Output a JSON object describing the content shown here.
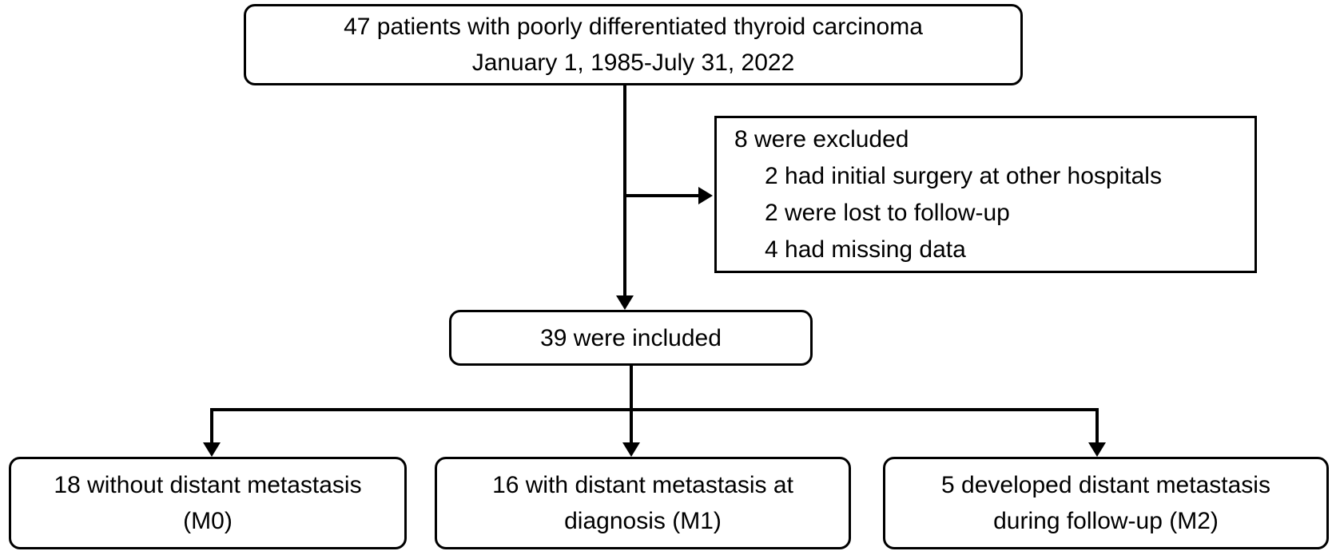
{
  "diagram": {
    "type": "patient-flow-chart",
    "colors": {
      "border": "#000000",
      "background": "#ffffff",
      "text": "#000000"
    },
    "enrollment_box": {
      "line1": "47 patients with poorly differentiated thyroid carcinoma",
      "line2": "January 1, 1985-July 31, 2022"
    },
    "excluded_box": {
      "header": "8 were excluded",
      "items": [
        "2 had initial surgery at other hospitals",
        "2 were lost to follow-up",
        "4 had missing data"
      ]
    },
    "included_box": {
      "label": "39 were included"
    },
    "outcome_boxes": [
      {
        "line1": "18 without distant metastasis",
        "line2": "(M0)"
      },
      {
        "line1": "16 with distant metastasis at",
        "line2": "diagnosis (M1)"
      },
      {
        "line1": "5 developed distant metastasis",
        "line2": "during follow-up (M2)"
      }
    ]
  }
}
